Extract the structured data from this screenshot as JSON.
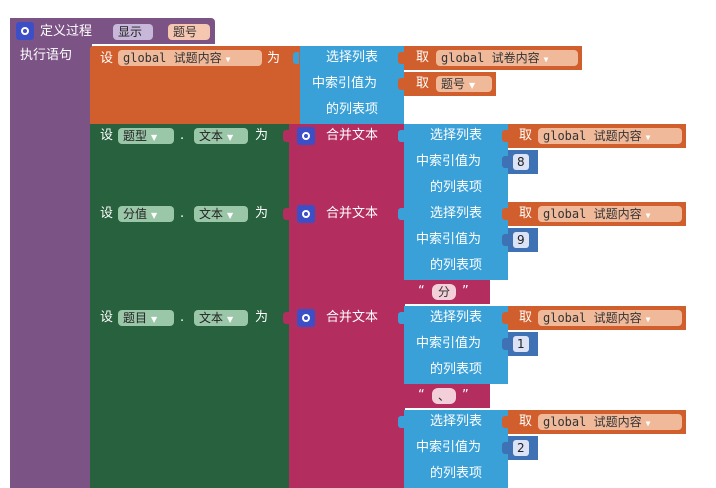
{
  "procedure": {
    "define_label": "定义过程",
    "name": "显示",
    "param": "题号",
    "body_label": "执行语句"
  },
  "kw": {
    "set": "设",
    "to": "为",
    "dot": ".",
    "select_list": "选择列表",
    "index_value": "中索引值为",
    "list_item": "的列表项",
    "get": "取",
    "join": "合并文本",
    "quote_open": "“",
    "quote_close": "”"
  },
  "block1": {
    "var": "global 试题内容",
    "list_var": "global 试卷内容",
    "index_var": "题号"
  },
  "block2": {
    "component": "题型",
    "prop": "文本",
    "list_var": "global 试题内容",
    "index": "8"
  },
  "block3": {
    "component": "分值",
    "prop": "文本",
    "list_var": "global 试题内容",
    "index": "9",
    "suffix": "分"
  },
  "block4": {
    "component": "题目",
    "prop": "文本",
    "list_var": "global 试题内容",
    "index": "1",
    "separator": "、",
    "list_var2": "global 试题内容",
    "index2": "2"
  },
  "colors": {
    "procedure": "#7c5385",
    "variable": "#d05f2d",
    "list": "#3aa0d8",
    "component": "#27613d",
    "text": "#b32d5e",
    "math": "#3f71b5",
    "gear": "#3c4fc7"
  }
}
